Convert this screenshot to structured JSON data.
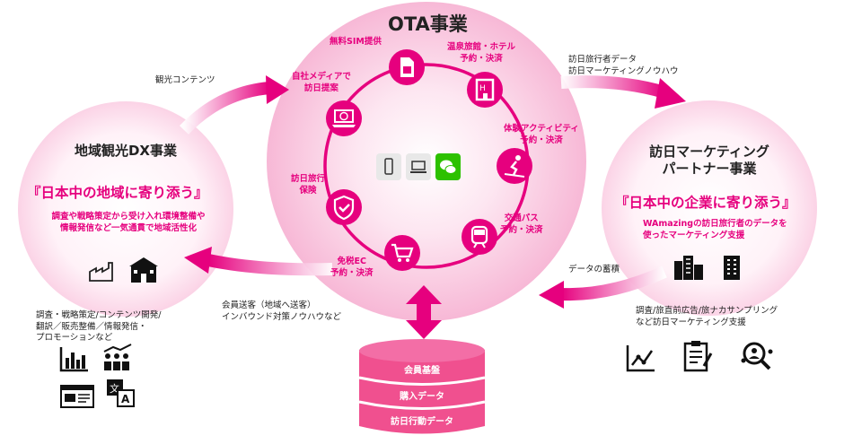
{
  "ota": {
    "title": "OTA事業",
    "services": [
      "無料SIM提供",
      "温泉旅館・ホテル\n予約・決済",
      "自社メディアで\n訪日提案",
      "体験アクティビティ\n予約・決済",
      "訪日旅行\n保険",
      "交通パス\n予約・決済",
      "免税EC\n予約・決済"
    ]
  },
  "left": {
    "title": "地域観光DX事業",
    "slogan": "『日本中の地域に寄り添う』",
    "desc": "調査や戦略策定から受け入れ環境整備や\n情報発信など一気通貫で地域活性化",
    "bottom_text": "調査・戦略策定/コンテンツ開発/\n翻訳／販売整備／情報発信・\nプロモーションなど"
  },
  "right": {
    "title": "訪日マーケティング\nパートナー事業",
    "slogan": "『日本中の企業に寄り添う』",
    "slogan_tail": "WAmazingの訪日旅行者のデータを\n使ったマーケティング支援",
    "bottom_text": "調査/旅直前広告/旅ナカサンプリング\nなど訪日マーケティング支援"
  },
  "arrows": {
    "left_to_ota": "観光コンテンツ",
    "ota_to_right": "訪日旅行者データ\n訪日マーケティングノウハウ",
    "right_to_ota": "データの蓄積",
    "ota_to_left": "会員送客（地域へ送客）\nインバウンド対策ノウハウなど"
  },
  "database": {
    "layers": [
      "会員基盤",
      "購入データ",
      "訪日行動データ"
    ]
  },
  "colors": {
    "accent": "#e6007e",
    "circle_fill": "#fbd0e5",
    "ring": "#e6007e",
    "db": "#f0508f"
  },
  "icons": [
    "sim-card-icon",
    "hotel-icon",
    "laptop-globe-icon",
    "ski-icon",
    "shield-check-icon",
    "train-icon",
    "cart-icon",
    "smartphone-icon",
    "laptop-icon",
    "wechat-icon",
    "factory-icon",
    "school-icon",
    "bar-chart-icon",
    "growth-people-icon",
    "web-screen-icon",
    "translate-icon",
    "buildings-icon",
    "office-building-icon",
    "line-chart-icon",
    "clipboard-icon",
    "search-people-icon"
  ]
}
